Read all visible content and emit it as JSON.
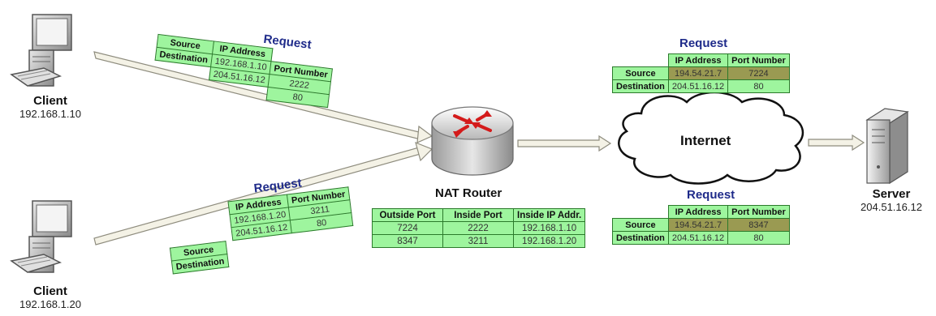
{
  "client1": {
    "name": "Client",
    "ip": "192.168.1.10"
  },
  "client2": {
    "name": "Client",
    "ip": "192.168.1.20"
  },
  "router": {
    "name": "NAT Router"
  },
  "internet": {
    "label": "Internet"
  },
  "server": {
    "name": "Server",
    "ip": "204.51.16.12"
  },
  "req_label": "Request",
  "req1": {
    "h_ip": "IP Address",
    "h_port": "Port Number",
    "src_label": "Source",
    "dst_label": "Destination",
    "src_ip": "192.168.1.10",
    "src_port": "2222",
    "dst_ip": "204.51.16.12",
    "dst_port": "80"
  },
  "req2": {
    "h_ip": "IP Address",
    "h_port": "Port Number",
    "src_label": "Source",
    "dst_label": "Destination",
    "src_ip": "192.168.1.20",
    "src_port": "3211",
    "dst_ip": "204.51.16.12",
    "dst_port": "80"
  },
  "req3": {
    "h_ip": "IP Address",
    "h_port": "Port Number",
    "src_label": "Source",
    "dst_label": "Destination",
    "src_ip": "194.54.21.7",
    "src_port": "7224",
    "dst_ip": "204.51.16.12",
    "dst_port": "80"
  },
  "req4": {
    "h_ip": "IP Address",
    "h_port": "Port Number",
    "src_label": "Source",
    "dst_label": "Destination",
    "src_ip": "194.54.21.7",
    "src_port": "8347",
    "dst_ip": "204.51.16.12",
    "dst_port": "80"
  },
  "nat": {
    "headers": [
      "Outside Port",
      "Inside Port",
      "Inside IP Addr."
    ],
    "rows": [
      [
        "7224",
        "2222",
        "192.168.1.10"
      ],
      [
        "8347",
        "3211",
        "192.168.1.20"
      ]
    ]
  },
  "colors": {
    "cell": "#9ef59e",
    "highlight": "#9a9a52",
    "request": "#1f2b8a",
    "router_arrow": "#d41a1a"
  }
}
